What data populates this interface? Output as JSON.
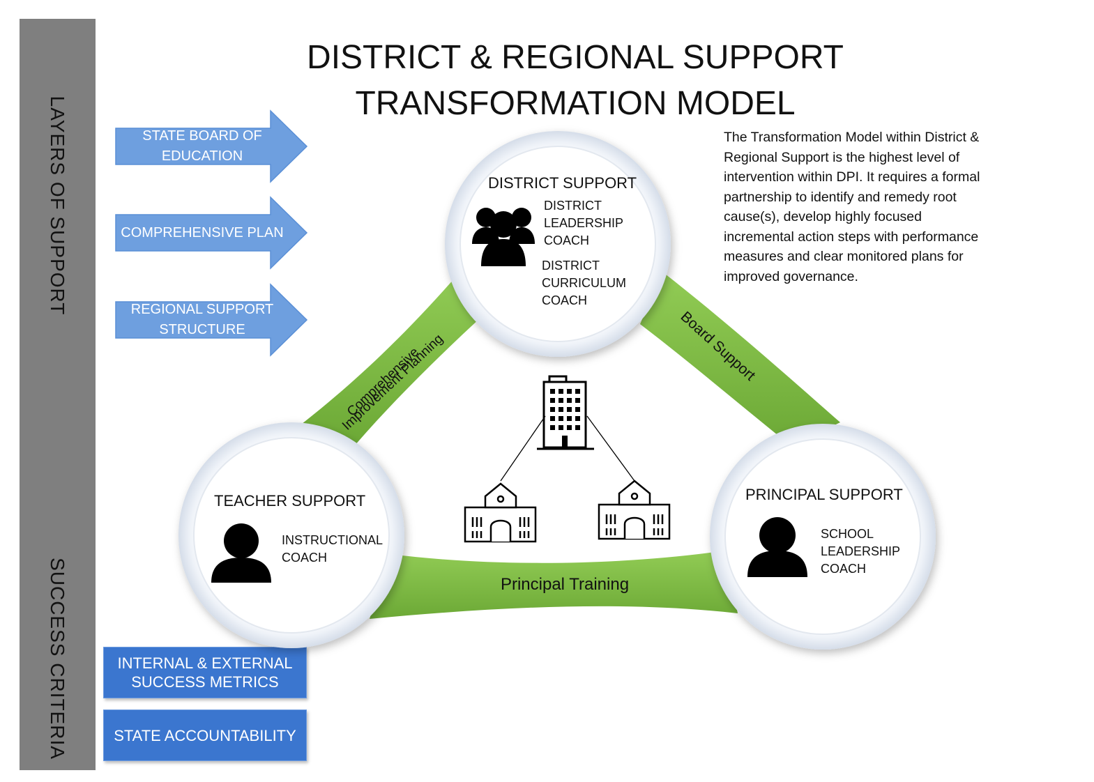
{
  "title": {
    "line1": "DISTRICT & REGIONAL SUPPORT",
    "line2": "TRANSFORMATION MODEL"
  },
  "sidebar": {
    "layers_label": "LAYERS OF SUPPORT",
    "success_label": "SUCCESS CRITERIA"
  },
  "arrows": [
    {
      "text": "STATE BOARD OF EDUCATION"
    },
    {
      "text": "COMPREHENSIVE PLAN"
    },
    {
      "text": "REGIONAL SUPPORT STRUCTURE"
    }
  ],
  "criteria_boxes": [
    {
      "text": "INTERNAL & EXTERNAL SUCCESS METRICS"
    },
    {
      "text": "STATE ACCOUNTABILITY"
    }
  ],
  "circles": {
    "district": {
      "title": "DISTRICT SUPPORT",
      "role1": "DISTRICT LEADERSHIP COACH",
      "role2": "DISTRICT CURRICULUM COACH",
      "icon": "group-icon"
    },
    "teacher": {
      "title": "TEACHER SUPPORT",
      "role1": "INSTRUCTIONAL COACH",
      "icon": "person-icon"
    },
    "principal": {
      "title": "PRINCIPAL SUPPORT",
      "role1": "SCHOOL LEADERSHIP COACH",
      "icon": "person-icon"
    }
  },
  "connectors": {
    "left": "Comprehensive Improvement Planning",
    "right": "Board Support",
    "bottom": "Principal Training"
  },
  "center_icons": [
    "office-building-icon",
    "school-icon",
    "school-icon"
  ],
  "description": "The Transformation Model within District & Regional Support is the highest level of intervention within DPI. It requires a formal partnership to identify and remedy root cause(s), develop highly focused incremental action steps with performance measures and clear monitored plans for improved governance.",
  "colors": {
    "sidebar": "#7f7f7f",
    "arrow_blue": "#6e9fdf",
    "box_blue": "#3b76cf",
    "band_green": "#78b839"
  }
}
